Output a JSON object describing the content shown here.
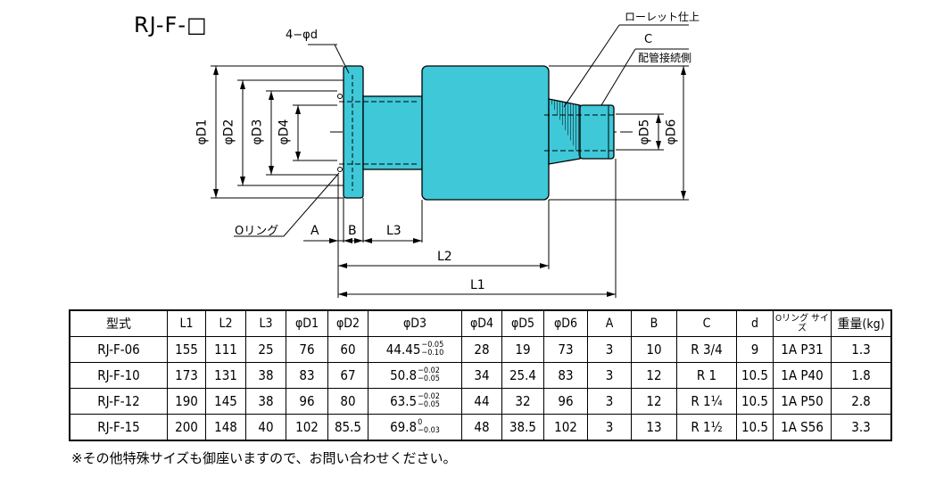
{
  "title": "RJ-F-□",
  "labels": {
    "hole": "4−φd",
    "knurl": "ローレット仕上",
    "c": "C",
    "pipe_side": "配管接続側",
    "oring": "Oリング",
    "a": "A",
    "b": "B",
    "l3": "L3",
    "l2": "L2",
    "l1": "L1",
    "d1": "φD1",
    "d2": "φD2",
    "d3": "φD3",
    "d4": "φD4",
    "d5": "φD5",
    "d6": "φD6"
  },
  "table": {
    "headers": [
      "型式",
      "L1",
      "L2",
      "L3",
      "φD1",
      "φD2",
      "φD3",
      "φD4",
      "φD5",
      "φD6",
      "A",
      "B",
      "C",
      "d",
      "Oリング サイズ",
      "重量(kg)"
    ],
    "rows": [
      {
        "model": "RJ-F-06",
        "l1": "155",
        "l2": "111",
        "l3": "25",
        "d1": "76",
        "d2": "60",
        "d3": "44.45",
        "d3_up": "−0.05",
        "d3_lo": "−0.10",
        "d4": "28",
        "d5": "19",
        "d6": "73",
        "a": "3",
        "b": "10",
        "c": "R 3/4",
        "d": "9",
        "oring": "1A P31",
        "weight": "1.3"
      },
      {
        "model": "RJ-F-10",
        "l1": "173",
        "l2": "131",
        "l3": "38",
        "d1": "83",
        "d2": "67",
        "d3": "50.8",
        "d3_up": "−0.02",
        "d3_lo": "−0.05",
        "d4": "34",
        "d5": "25.4",
        "d6": "83",
        "a": "3",
        "b": "12",
        "c": "R 1",
        "d": "10.5",
        "oring": "1A P40",
        "weight": "1.8"
      },
      {
        "model": "RJ-F-12",
        "l1": "190",
        "l2": "145",
        "l3": "38",
        "d1": "96",
        "d2": "80",
        "d3": "63.5",
        "d3_up": "−0.02",
        "d3_lo": "−0.05",
        "d4": "44",
        "d5": "32",
        "d6": "96",
        "a": "3",
        "b": "12",
        "c": "R 1¼",
        "d": "10.5",
        "oring": "1A P50",
        "weight": "2.8"
      },
      {
        "model": "RJ-F-15",
        "l1": "200",
        "l2": "148",
        "l3": "40",
        "d1": "102",
        "d2": "85.5",
        "d3": "69.8",
        "d3_up": "0",
        "d3_lo": "−0.03",
        "d4": "48",
        "d5": "38.5",
        "d6": "102",
        "a": "3",
        "b": "13",
        "c": "R 1½",
        "d": "10.5",
        "oring": "1A S56",
        "weight": "3.3"
      }
    ]
  },
  "note": "※その他特殊サイズも御座いますので、お問い合わせください。",
  "colors": {
    "body": "#3ec8d8",
    "line": "#000000"
  }
}
